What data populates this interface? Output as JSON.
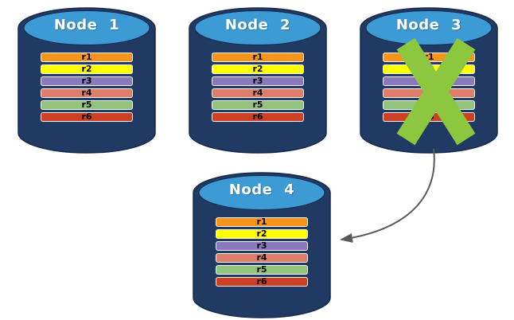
{
  "diagram": {
    "colors": {
      "background": "#FFFFFF",
      "cylinder_body": "#203A63",
      "cylinder_edge": "#16294B",
      "cylinder_top": "#3C9BD5",
      "title_text": "#FFFFFF",
      "row_text": "#000000",
      "x_mark": "#8DC63F",
      "arrow": "#595959"
    },
    "arrow": {
      "from": "Node 3",
      "to": "Node 4"
    },
    "nodes": [
      {
        "title": "Node 1",
        "failed": false,
        "rows": [
          {
            "label": "r1",
            "color": "#F7941E"
          },
          {
            "label": "r2",
            "color": "#FFFF00"
          },
          {
            "label": "r3",
            "color": "#8B79BE"
          },
          {
            "label": "r4",
            "color": "#DD7E6B"
          },
          {
            "label": "r5",
            "color": "#93C47D"
          },
          {
            "label": "r6",
            "color": "#CC4125"
          }
        ]
      },
      {
        "title": "Node 2",
        "failed": false,
        "rows": [
          {
            "label": "r1",
            "color": "#F7941E"
          },
          {
            "label": "r2",
            "color": "#FFFF00"
          },
          {
            "label": "r3",
            "color": "#8B79BE"
          },
          {
            "label": "r4",
            "color": "#DD7E6B"
          },
          {
            "label": "r5",
            "color": "#93C47D"
          },
          {
            "label": "r6",
            "color": "#CC4125"
          }
        ]
      },
      {
        "title": "Node 3",
        "failed": true,
        "rows": [
          {
            "label": "r1",
            "color": "#F7941E"
          },
          {
            "label": "r2",
            "color": "#FFFF00"
          },
          {
            "label": "r3",
            "color": "#8B79BE"
          },
          {
            "label": "r4",
            "color": "#DD7E6B"
          },
          {
            "label": "r5",
            "color": "#93C47D"
          },
          {
            "label": "r6",
            "color": "#CC4125"
          }
        ]
      },
      {
        "title": "Node 4",
        "failed": false,
        "rows": [
          {
            "label": "r1",
            "color": "#F7941E"
          },
          {
            "label": "r2",
            "color": "#FFFF00"
          },
          {
            "label": "r3",
            "color": "#8B79BE"
          },
          {
            "label": "r4",
            "color": "#DD7E6B"
          },
          {
            "label": "r5",
            "color": "#93C47D"
          },
          {
            "label": "r6",
            "color": "#CC4125"
          }
        ]
      }
    ]
  }
}
